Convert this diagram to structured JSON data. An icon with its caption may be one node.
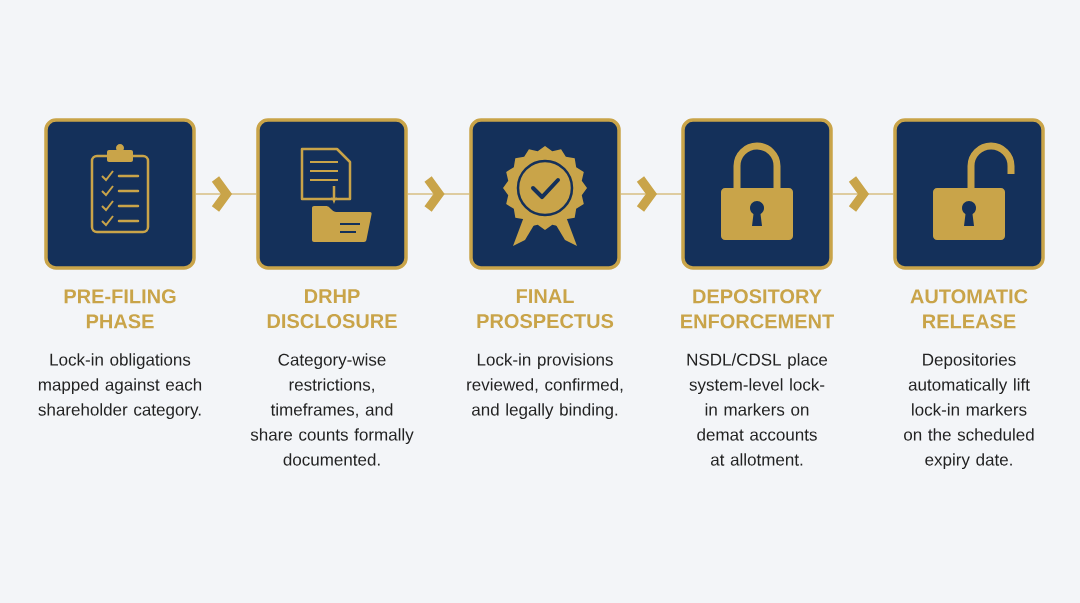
{
  "diagram": {
    "nodes": [
      {
        "text": [
          "PRE-FILING PHASE",
          "Lock-in obligations mapped against each shareholder category."
        ]
      },
      {
        "text": [
          "DRHP DISCLOSURE",
          "Category-wise restrictions, timeframes, and share counts formally documented."
        ]
      },
      {
        "text": [
          "FINAL PROSPECTUS",
          "Lock-in provisions reviewed, confirmed, and legally binding."
        ]
      },
      {
        "text": [
          "DEPOSITORY ENFORCEMENT",
          "NSDL/CDSL place system-level lock-in markers on demat accounts at allotment."
        ]
      },
      {
        "text": [
          "AUTOMATIC RELEASE",
          "Depositories automatically lift lock-in markers on the scheduled expiry date."
        ]
      }
    ],
    "edges": [
      {
        "from": 0,
        "to": 1,
        "arrow": "to"
      },
      {
        "from": 1,
        "to": 2,
        "arrow": "to"
      },
      {
        "from": 2,
        "to": 3,
        "arrow": "to"
      },
      {
        "from": 3,
        "to": 4,
        "arrow": "to"
      }
    ]
  }
}
